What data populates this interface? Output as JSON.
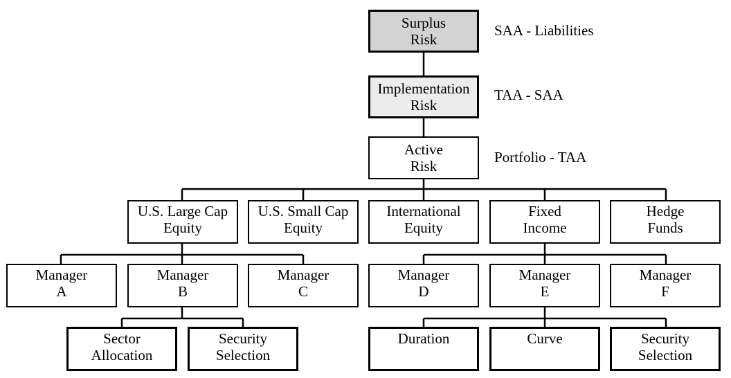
{
  "top": [
    {
      "text": "Surplus\nRisk",
      "side": "SAA - Liabilities"
    },
    {
      "text": "Implementation\nRisk",
      "side": "TAA - SAA"
    },
    {
      "text": "Active\nRisk",
      "side": "Portfolio - TAA"
    }
  ],
  "asset_classes": [
    "U.S. Large Cap\nEquity",
    "U.S. Small Cap\nEquity",
    "International\nEquity",
    "Fixed\nIncome",
    "Hedge\nFunds"
  ],
  "managers": [
    "Manager\nA",
    "Manager\nB",
    "Manager\nC",
    "Manager\nD",
    "Manager\nE",
    "Manager\nF"
  ],
  "sub_b": [
    "Sector\nAllocation",
    "Security\nSelection"
  ],
  "sub_e": [
    "Duration",
    "Curve",
    "Security\nSelection"
  ]
}
